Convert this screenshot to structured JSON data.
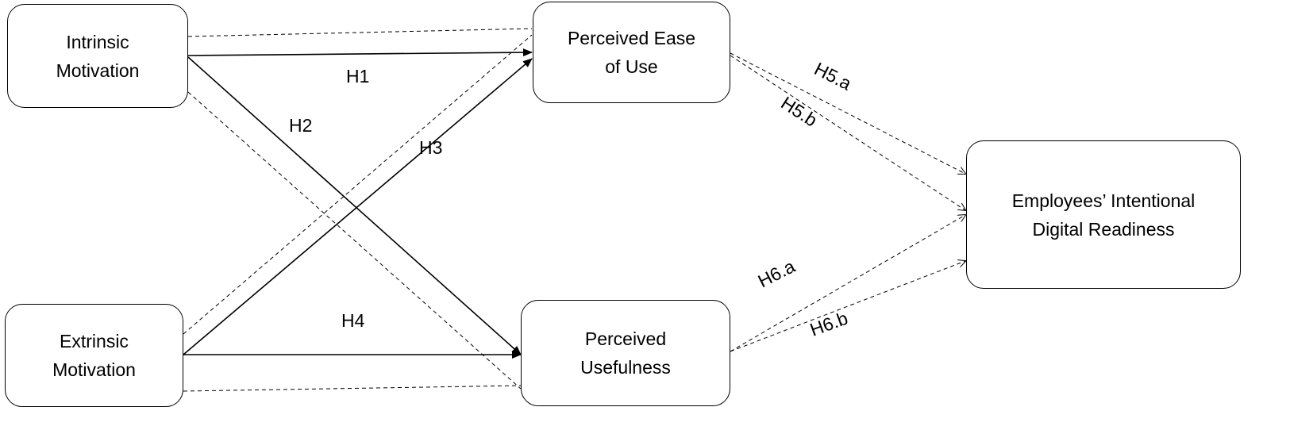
{
  "nodes": {
    "intrinsic": "Intrinsic\nMotivation",
    "extrinsic": "Extrinsic\nMotivation",
    "peou": "Perceived Ease\nof Use",
    "pu": "Perceived\nUsefulness",
    "readiness": "Employees’ Intentional\nDigital Readiness"
  },
  "hypotheses": {
    "h1": "H1",
    "h2": "H2",
    "h3": "H3",
    "h4": "H4",
    "h5a": "H5.a",
    "h5b": "H5.b",
    "h6a": "H6.a",
    "h6b": "H6.b"
  }
}
